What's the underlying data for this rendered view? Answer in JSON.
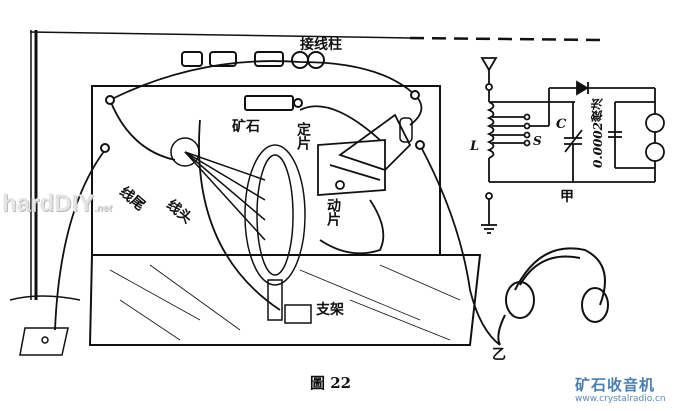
{
  "figure": {
    "caption": "圖 22",
    "labels": {
      "terminal": "接线柱",
      "crystal": "矿石",
      "fixed_plate": "定片",
      "moving_plate": "动片",
      "coil_tail": "线尾",
      "coil_head": "线头",
      "bracket": "支架",
      "headphone_mark": "乙"
    }
  },
  "schematic": {
    "title": "甲",
    "capacitor_label": "C",
    "coil_label": "L",
    "switch_label": "S",
    "capacitor_value": "0.0002微法"
  },
  "watermarks": {
    "site_name": "矿石收音机",
    "site_url": "www.crystalradio.cn",
    "left_mark": "hardDIY",
    "left_mark_suffix": ".net"
  }
}
